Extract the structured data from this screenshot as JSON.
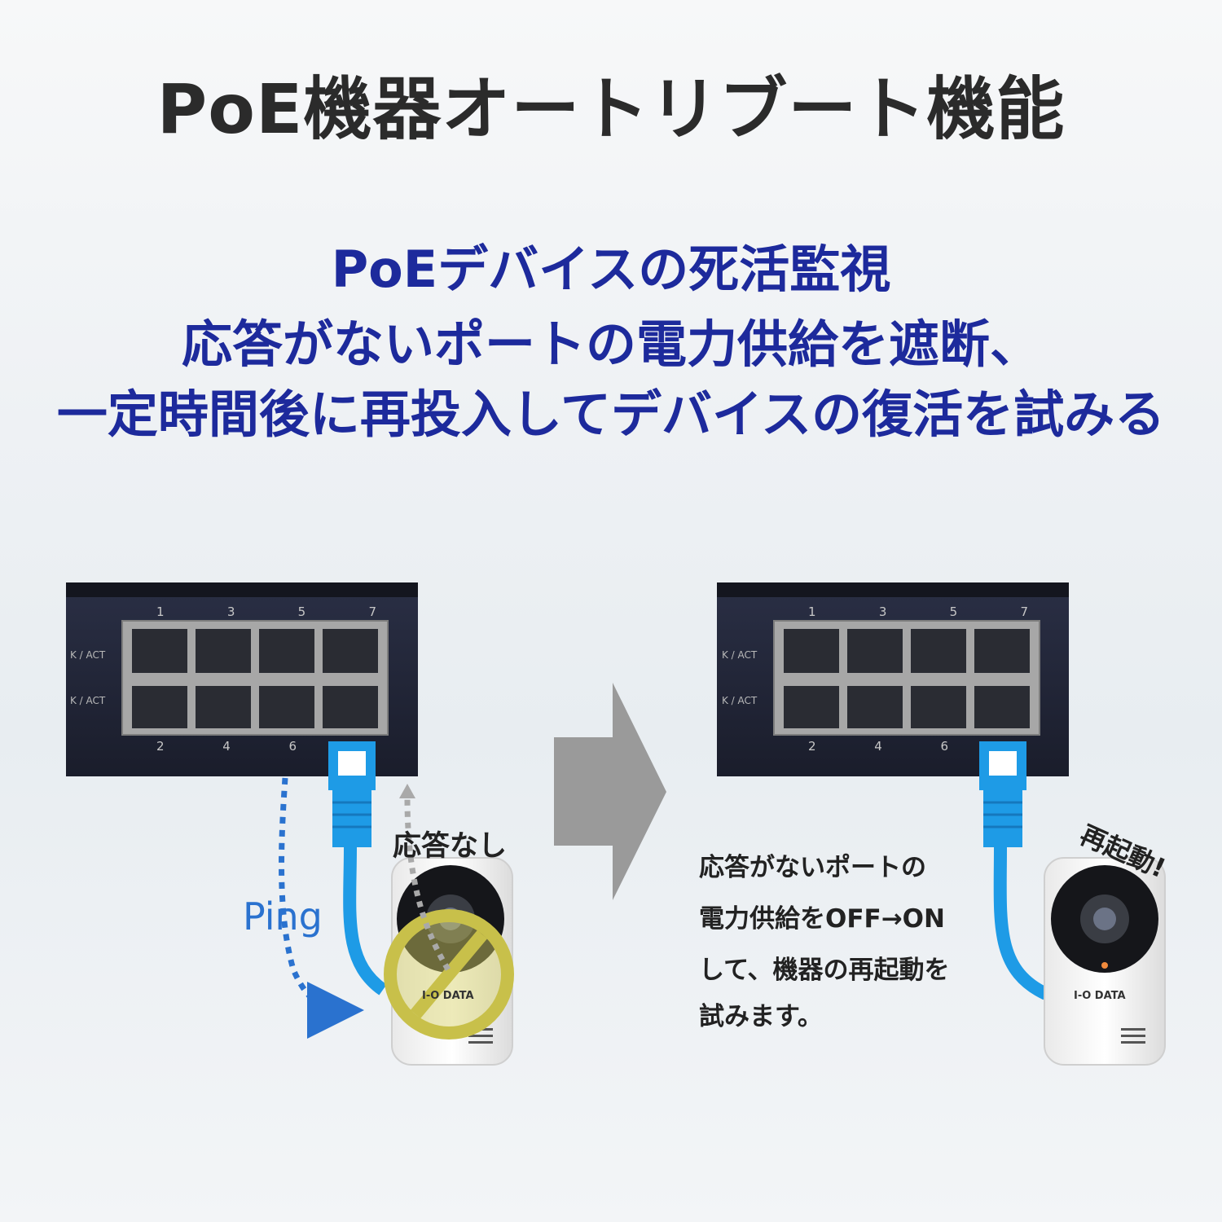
{
  "title": "PoE機器オートリブート機能",
  "subtitle_lines": [
    "PoEデバイスの死活監視",
    "応答がないポートの電力供給を遮断、",
    "一定時間後に再投入してデバイスの復活を試みる"
  ],
  "left_panel": {
    "ping_label": "Ping",
    "no_response_label": "応答なし",
    "port_numbers_top": [
      "1",
      "3",
      "5",
      "7"
    ],
    "port_numbers_bottom": [
      "2",
      "4",
      "6"
    ],
    "led_label": "K / ACT",
    "camera_brand": "I-O DATA"
  },
  "right_panel": {
    "reboot_label": "再起動!",
    "caption_lines": [
      "応答がないポートの",
      "電力供給をOFF→ON",
      "して、機器の再起動を",
      "試みます。"
    ],
    "port_numbers_top": [
      "1",
      "3",
      "5",
      "7"
    ],
    "port_numbers_bottom": [
      "2",
      "4",
      "6"
    ],
    "led_label": "K / ACT",
    "camera_brand": "I-O DATA"
  },
  "colors": {
    "title": "#2b2b2b",
    "subtitle": "#1d2a9c",
    "cable": "#1e9be6",
    "ping_arrow": "#2a72cf",
    "switch_body": "#1f2333",
    "arrow_gray": "#9a9a9a",
    "prohibit_mark": "#c8c04a"
  }
}
